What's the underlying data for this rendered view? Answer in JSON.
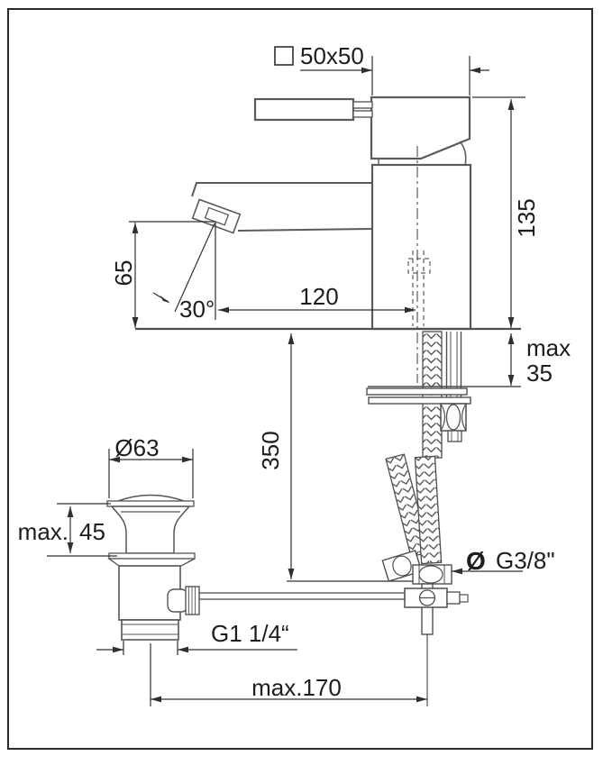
{
  "page": {
    "background": "#ffffff",
    "frame_color": "#2b2b2b",
    "outline_color": "#5b5b5b",
    "dimension_color": "#303030"
  },
  "labels": {
    "square_section": "50x50",
    "height": "135",
    "spout_height": "65",
    "spout_angle": "30°",
    "spout_reach": "120",
    "counter_max_word": "max",
    "counter_max_value": "35",
    "hose_clearance": "350",
    "waste_diameter": "Ø63",
    "waste_height_word": "max.",
    "waste_height_value": "45",
    "waste_thread": "G1 1/4“",
    "rod_reach": "max.170",
    "supply_diameter_symbol": "Ø",
    "supply_thread": "G3/8\""
  }
}
